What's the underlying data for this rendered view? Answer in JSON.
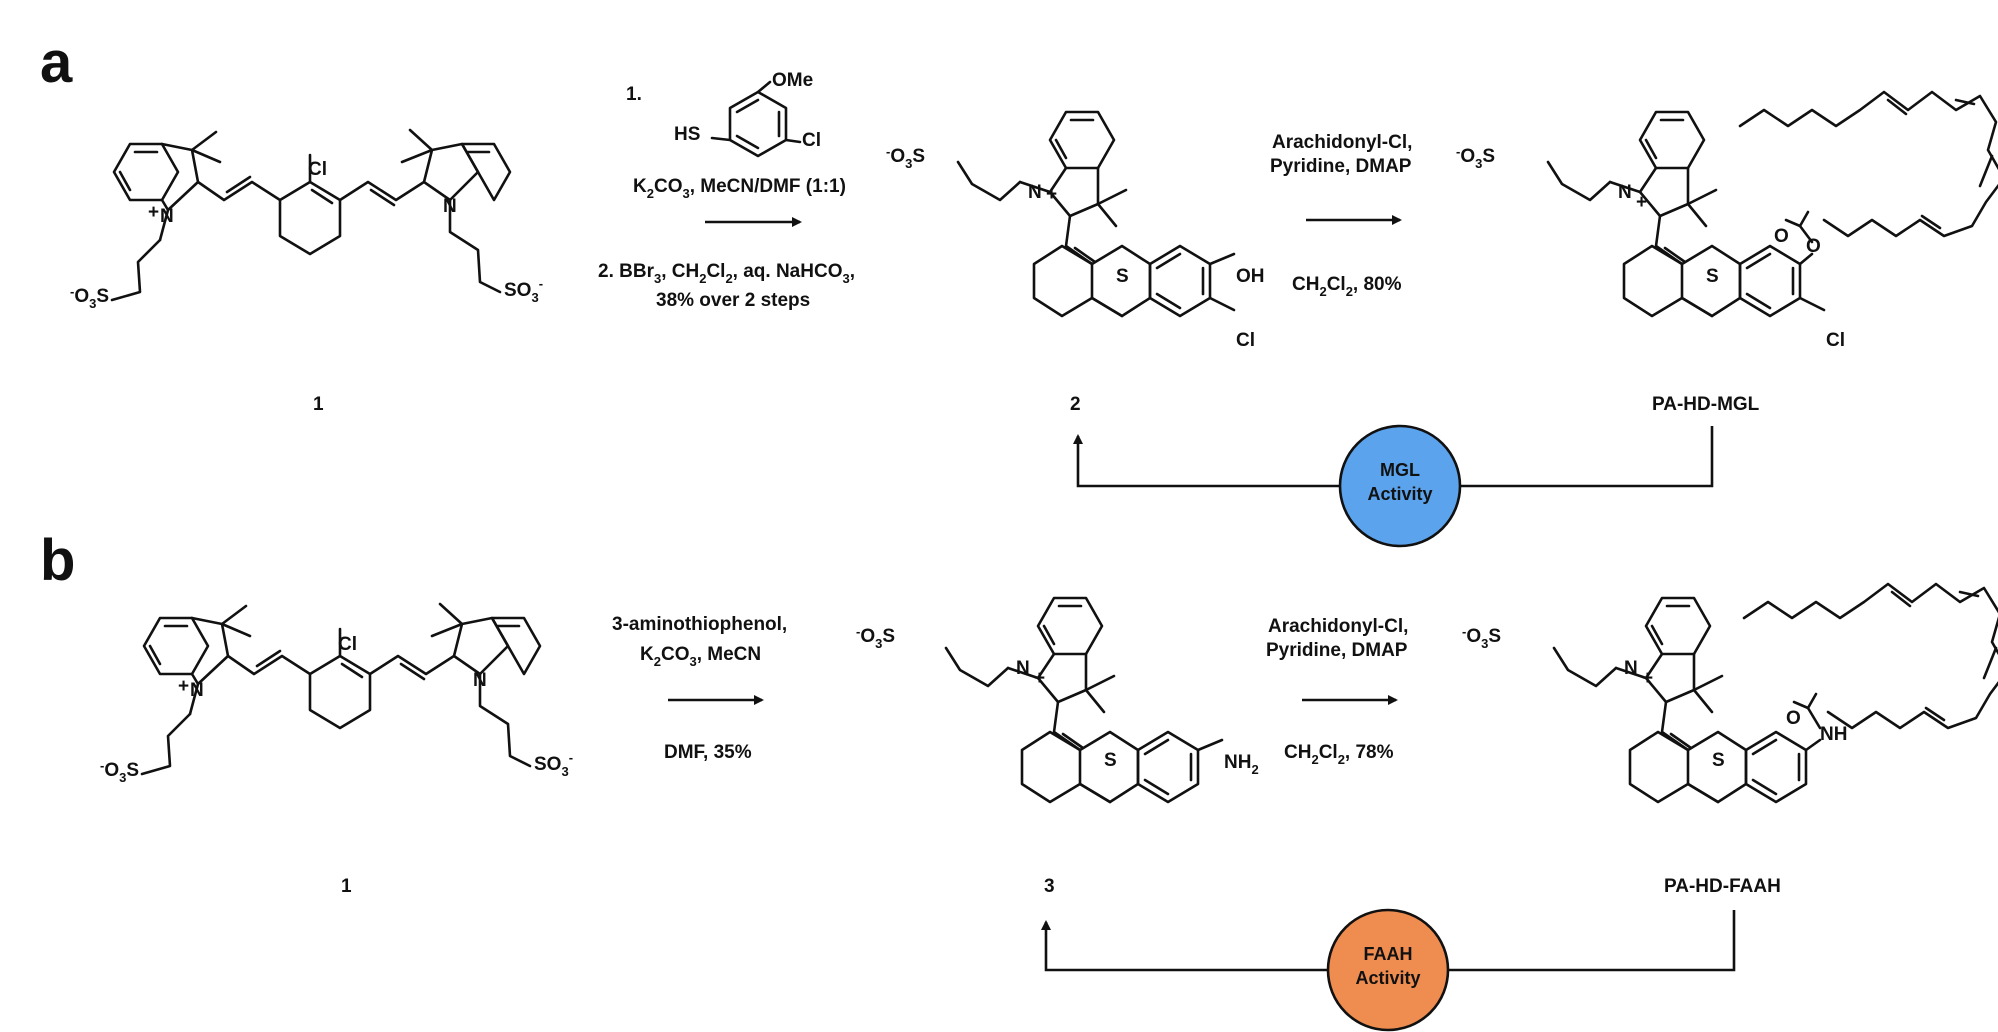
{
  "panels": {
    "a": {
      "label": "a",
      "step1_num": "1.",
      "reagent_labels": {
        "OMe": "OMe",
        "HS": "HS",
        "Cl": "Cl"
      },
      "step1_cond": [
        "K",
        "2",
        "CO",
        "3",
        ", MeCN/DMF (1:1)"
      ],
      "step2_cond": [
        "2. BBr",
        "3",
        ", CH",
        "2",
        "Cl",
        "2",
        ", aq. NaHCO",
        "3",
        ","
      ],
      "step2_yield": "38% over 2 steps",
      "step3_top": [
        "Arachidonyl-Cl,",
        "Pyridine, DMAP"
      ],
      "step3_bottom": [
        "CH",
        "2",
        "Cl",
        "2",
        ", 80%"
      ],
      "compounds": {
        "start": "1",
        "mid": "2",
        "product": "PA-HD-MGL"
      },
      "badge": {
        "line1": "MGL",
        "line2": "Activity",
        "color": "#5ba3ec"
      }
    },
    "b": {
      "label": "b",
      "step1_top": [
        "3-aminothiophenol,",
        "K",
        "2",
        "CO",
        "3",
        ", MeCN"
      ],
      "step1_bottom": "DMF,  35%",
      "step2_top": [
        "Arachidonyl-Cl,",
        "Pyridine, DMAP"
      ],
      "step2_bottom": [
        "CH",
        "2",
        "Cl",
        "2",
        ", 78%"
      ],
      "compounds": {
        "start": "1",
        "mid": "3",
        "product": "PA-HD-FAAH"
      },
      "badge": {
        "line1": "FAAH",
        "line2": "Activity",
        "color": "#ef8c4f"
      }
    }
  },
  "atoms": {
    "Cl": "Cl",
    "N": "N",
    "S": "S",
    "OH": "OH",
    "O": "O",
    "NH": "NH",
    "NH2": "NH",
    "sulfonate_left": [
      "-",
      "O",
      "3",
      "S"
    ],
    "sulfonate_right": [
      "SO",
      "3",
      "-"
    ],
    "plus": "+",
    "two": "2"
  }
}
